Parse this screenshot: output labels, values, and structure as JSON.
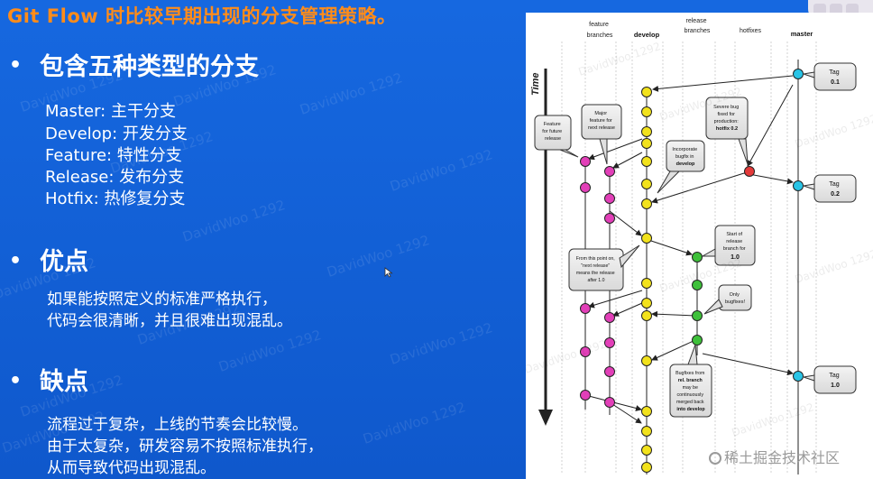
{
  "slide": {
    "title": "Git Flow 时比较早期出现的分支管理策略。",
    "bullet": "•",
    "sections": {
      "branches": {
        "heading": "包含五种类型的分支",
        "items": [
          "Master: 主干分支",
          "Develop: 开发分支",
          "Feature: 特性分支",
          "Release: 发布分支",
          "Hotfix: 热修复分支"
        ]
      },
      "pros": {
        "heading": "优点",
        "lines": [
          "如果能按照定义的标准严格执行，",
          "代码会很清晰，并且很难出现混乱。"
        ]
      },
      "cons": {
        "heading": "缺点",
        "lines": [
          "流程过于复杂，上线的节奏会比较慢。",
          "由于太复杂，研发容易不按照标准执行，",
          "从而导致代码出现混乱。"
        ]
      }
    },
    "watermark_text": "DavidWoo 1292"
  },
  "diagram": {
    "time_label": "Time",
    "columns": {
      "feature": [
        "feature",
        "branches"
      ],
      "develop": [
        "develop"
      ],
      "release": [
        "release",
        "branches"
      ],
      "hotfixes": [
        "hotfixes"
      ],
      "master": [
        "master"
      ]
    },
    "tags": {
      "tag01": [
        "Tag",
        "0.1"
      ],
      "tag02": [
        "Tag",
        "0.2"
      ],
      "tag10": [
        "Tag",
        "1.0"
      ]
    },
    "callouts": {
      "feature_future": [
        "Feature",
        "for future",
        "release"
      ],
      "major_feature": [
        "Major",
        "feature for",
        "next release"
      ],
      "severe_bug": [
        "Severe bug",
        "fixed for",
        "production:",
        "hotfix 0.2"
      ],
      "incorporate": [
        "Incorporate",
        "bugfix in",
        "develop"
      ],
      "start_release": [
        "Start of",
        "release",
        "branch for",
        "1.0"
      ],
      "from_this_point": [
        "From this point on,",
        "\"next release\"",
        "means the release",
        "after 1.0"
      ],
      "only_bugfixes": [
        "Only",
        "bugfixes!"
      ],
      "bugfixes_from": [
        "Bugfixes from",
        "rel. branch",
        "may be",
        "continuously",
        "merged back",
        "into develop"
      ]
    },
    "colors": {
      "master": "#29c4e6",
      "develop": "#f2e21c",
      "feature": "#e23fb8",
      "release": "#3ec03a",
      "hotfix": "#e43a3a"
    }
  },
  "site_watermark": "稀土掘金技术社区"
}
